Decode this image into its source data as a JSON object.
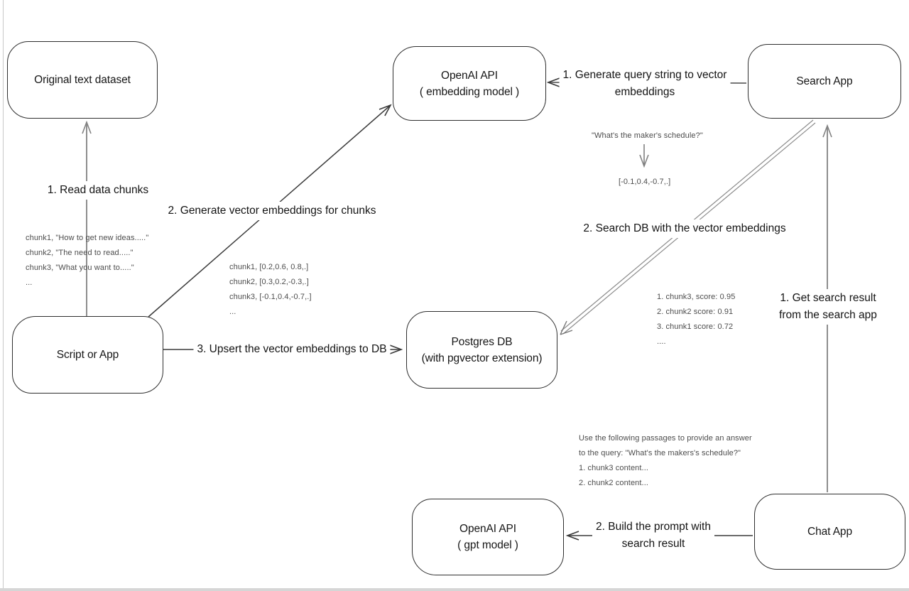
{
  "colors": {
    "background": "#ffffff",
    "stroke_dark": "#3a3a3a",
    "stroke_gray": "#8c8c8c",
    "node_border": "#2e2e2e",
    "annotation_text": "#4c4c4c",
    "label_text": "#141414"
  },
  "nodes": [
    {
      "id": "original-text-dataset",
      "label": "Original text dataset"
    },
    {
      "id": "openai-embedding",
      "label": "OpenAI API",
      "sublabel": "( embedding model )"
    },
    {
      "id": "search-app",
      "label": "Search App"
    },
    {
      "id": "script-or-app",
      "label": "Script or App"
    },
    {
      "id": "postgres-db",
      "label": "Postgres DB",
      "sublabel": "(with pgvector extension)"
    },
    {
      "id": "openai-gpt",
      "label": "OpenAI API",
      "sublabel": "( gpt model )"
    },
    {
      "id": "chat-app",
      "label": "Chat App"
    }
  ],
  "edges": {
    "read_chunks": {
      "label": "1. Read data chunks"
    },
    "generate_embeddings": {
      "label": "2. Generate vector embeddings for chunks"
    },
    "upsert": {
      "label": "3. Upsert the vector embeddings  to DB"
    },
    "query_to_vector": {
      "line1": "1. Generate query string to vector",
      "line2": "embeddings"
    },
    "search_db": {
      "label": "2. Search DB with the vector embeddings"
    },
    "get_result": {
      "line1": "1. Get search result",
      "line2": "from the search app"
    },
    "build_prompt": {
      "line1": "2. Build the prompt with",
      "line2": "search result"
    }
  },
  "annotations": {
    "chunk_texts": [
      "chunk1, \"How to get new ideas.....\"",
      "chunk2, \"The need to read.....\"",
      "chunk3, \"What you want to.....\"",
      "..."
    ],
    "chunk_vectors": [
      "chunk1, [0.2,0.6, 0.8,.]",
      "chunk2, [0.3,0.2,-0.3,.]",
      "chunk3, [-0.1,0.4,-0.7,.]",
      "..."
    ],
    "query_string": "\"What's the maker's schedule?\"",
    "query_vector": "[-0.1,0.4,-0.7,.]",
    "search_scores": [
      "1. chunk3, score: 0.95",
      "2. chunk2 score: 0.91",
      "3. chunk1 score: 0.72",
      "...."
    ],
    "prompt_lines": [
      "Use the following passages to provide an answer",
      "to the query: \"What's the makers's schedule?\"",
      "1. chunk3 content...",
      "2. chunk2 content..."
    ]
  }
}
